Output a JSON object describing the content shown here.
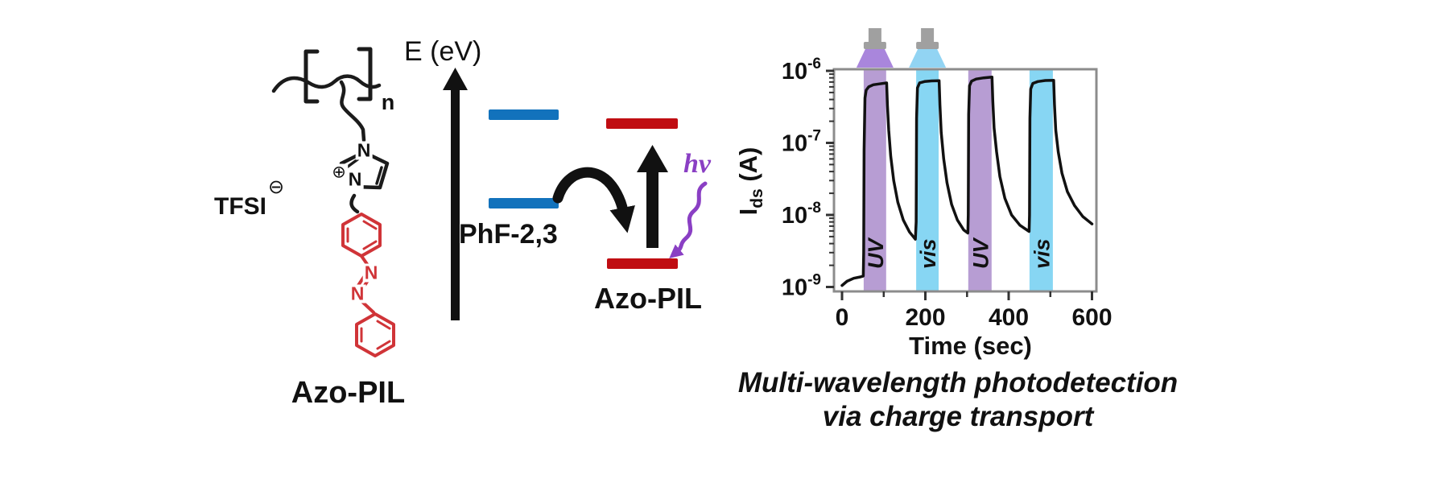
{
  "structure_panel": {
    "title": "Azo-PIL",
    "repeat_unit_label": "n",
    "counterion_label": "TFSI",
    "counterion_charge": "⊖",
    "cation_charge": "⊕",
    "ring_top_atom": "N",
    "ring_bottom_atom": "N",
    "azo_atom_1": "N",
    "azo_atom_2": "N",
    "backbone_color": "#1b1b1b",
    "azo_color": "#d03438"
  },
  "energy_panel": {
    "axis_label": "E (eV)",
    "donor_label": "PhF-2,3",
    "acceptor_label": "Azo-PIL",
    "photon_label": "hν",
    "donor_level_color": "#1272bc",
    "acceptor_level_color": "#c00d12",
    "photon_color": "#8a3fc4",
    "arrow_color": "#111111"
  },
  "chart_data": {
    "type": "line",
    "xlabel": "Time (sec)",
    "ylabel_main": "I",
    "ylabel_sub": "ds",
    "ylabel_unit": " (A)",
    "y_scale": "log",
    "xlim": [
      0,
      612
    ],
    "ylim": [
      1e-09,
      1e-06
    ],
    "x_ticks": [
      0,
      200,
      400,
      600
    ],
    "x_minor_ticks": [
      100,
      300,
      500
    ],
    "y_tick_exponents": [
      -6,
      -7,
      -8,
      -9
    ],
    "frame_color": "#8c8c8c",
    "curve_color": "#111111",
    "lamp_body_color": "#a0a0a0",
    "light_pulses": [
      {
        "label": "UV",
        "start": 52,
        "end": 106,
        "color": "#b79dd3"
      },
      {
        "label": "vis",
        "start": 178,
        "end": 232,
        "color": "#87d6f3"
      },
      {
        "label": "UV",
        "start": 303,
        "end": 359,
        "color": "#b79dd3"
      },
      {
        "label": "vis",
        "start": 450,
        "end": 506,
        "color": "#87d6f3"
      }
    ],
    "lamps": [
      {
        "beam_color": "#9a71d6",
        "center_time": 79
      },
      {
        "beam_color": "#7fcdf1",
        "center_time": 205
      }
    ],
    "series": [
      {
        "name": "Ids",
        "color": "#111111",
        "points": [
          [
            0,
            1.05e-09
          ],
          [
            12,
            1.2e-09
          ],
          [
            28,
            1.32e-09
          ],
          [
            44,
            1.38e-09
          ],
          [
            51,
            1.42e-09
          ],
          [
            52,
            3e-09
          ],
          [
            53,
            8e-08
          ],
          [
            55,
            4.2e-07
          ],
          [
            58,
            5.4e-07
          ],
          [
            64,
            6e-07
          ],
          [
            75,
            6.4e-07
          ],
          [
            90,
            6.6e-07
          ],
          [
            107,
            6.8e-07
          ],
          [
            109,
            3.3e-07
          ],
          [
            112,
            1.5e-07
          ],
          [
            117,
            6.5e-08
          ],
          [
            124,
            3e-08
          ],
          [
            134,
            1.5e-08
          ],
          [
            147,
            8.5e-09
          ],
          [
            162,
            5.8e-09
          ],
          [
            176,
            4.6e-09
          ],
          [
            178,
            8e-09
          ],
          [
            179,
            2.2e-07
          ],
          [
            181,
            5.8e-07
          ],
          [
            186,
            6.8e-07
          ],
          [
            198,
            7.1e-07
          ],
          [
            215,
            7.25e-07
          ],
          [
            233,
            7.3e-07
          ],
          [
            235,
            3.4e-07
          ],
          [
            238,
            1.4e-07
          ],
          [
            244,
            6e-08
          ],
          [
            252,
            2.8e-08
          ],
          [
            263,
            1.4e-08
          ],
          [
            277,
            8.5e-09
          ],
          [
            292,
            6.2e-09
          ],
          [
            302,
            5.6e-09
          ],
          [
            303,
            1e-08
          ],
          [
            304,
            2.5e-07
          ],
          [
            306,
            6.2e-07
          ],
          [
            311,
            7.2e-07
          ],
          [
            322,
            7.7e-07
          ],
          [
            340,
            8e-07
          ],
          [
            360,
            8.2e-07
          ],
          [
            362,
            3.8e-07
          ],
          [
            365,
            1.6e-07
          ],
          [
            371,
            7.5e-08
          ],
          [
            379,
            3.4e-08
          ],
          [
            391,
            1.7e-08
          ],
          [
            407,
            1e-08
          ],
          [
            427,
            7.2e-09
          ],
          [
            449,
            5.9e-09
          ],
          [
            450,
            1e-08
          ],
          [
            451,
            2.2e-07
          ],
          [
            453,
            5.6e-07
          ],
          [
            458,
            6.7e-07
          ],
          [
            470,
            7.1e-07
          ],
          [
            488,
            7.35e-07
          ],
          [
            508,
            7.4e-07
          ],
          [
            510,
            3.4e-07
          ],
          [
            513,
            1.5e-07
          ],
          [
            519,
            7.5e-08
          ],
          [
            528,
            3.8e-08
          ],
          [
            541,
            2.1e-08
          ],
          [
            558,
            1.35e-08
          ],
          [
            578,
            9.5e-09
          ],
          [
            600,
            7.5e-09
          ]
        ]
      }
    ]
  },
  "caption": {
    "line1": "Multi-wavelength photodetection",
    "line2": "via charge transport"
  }
}
